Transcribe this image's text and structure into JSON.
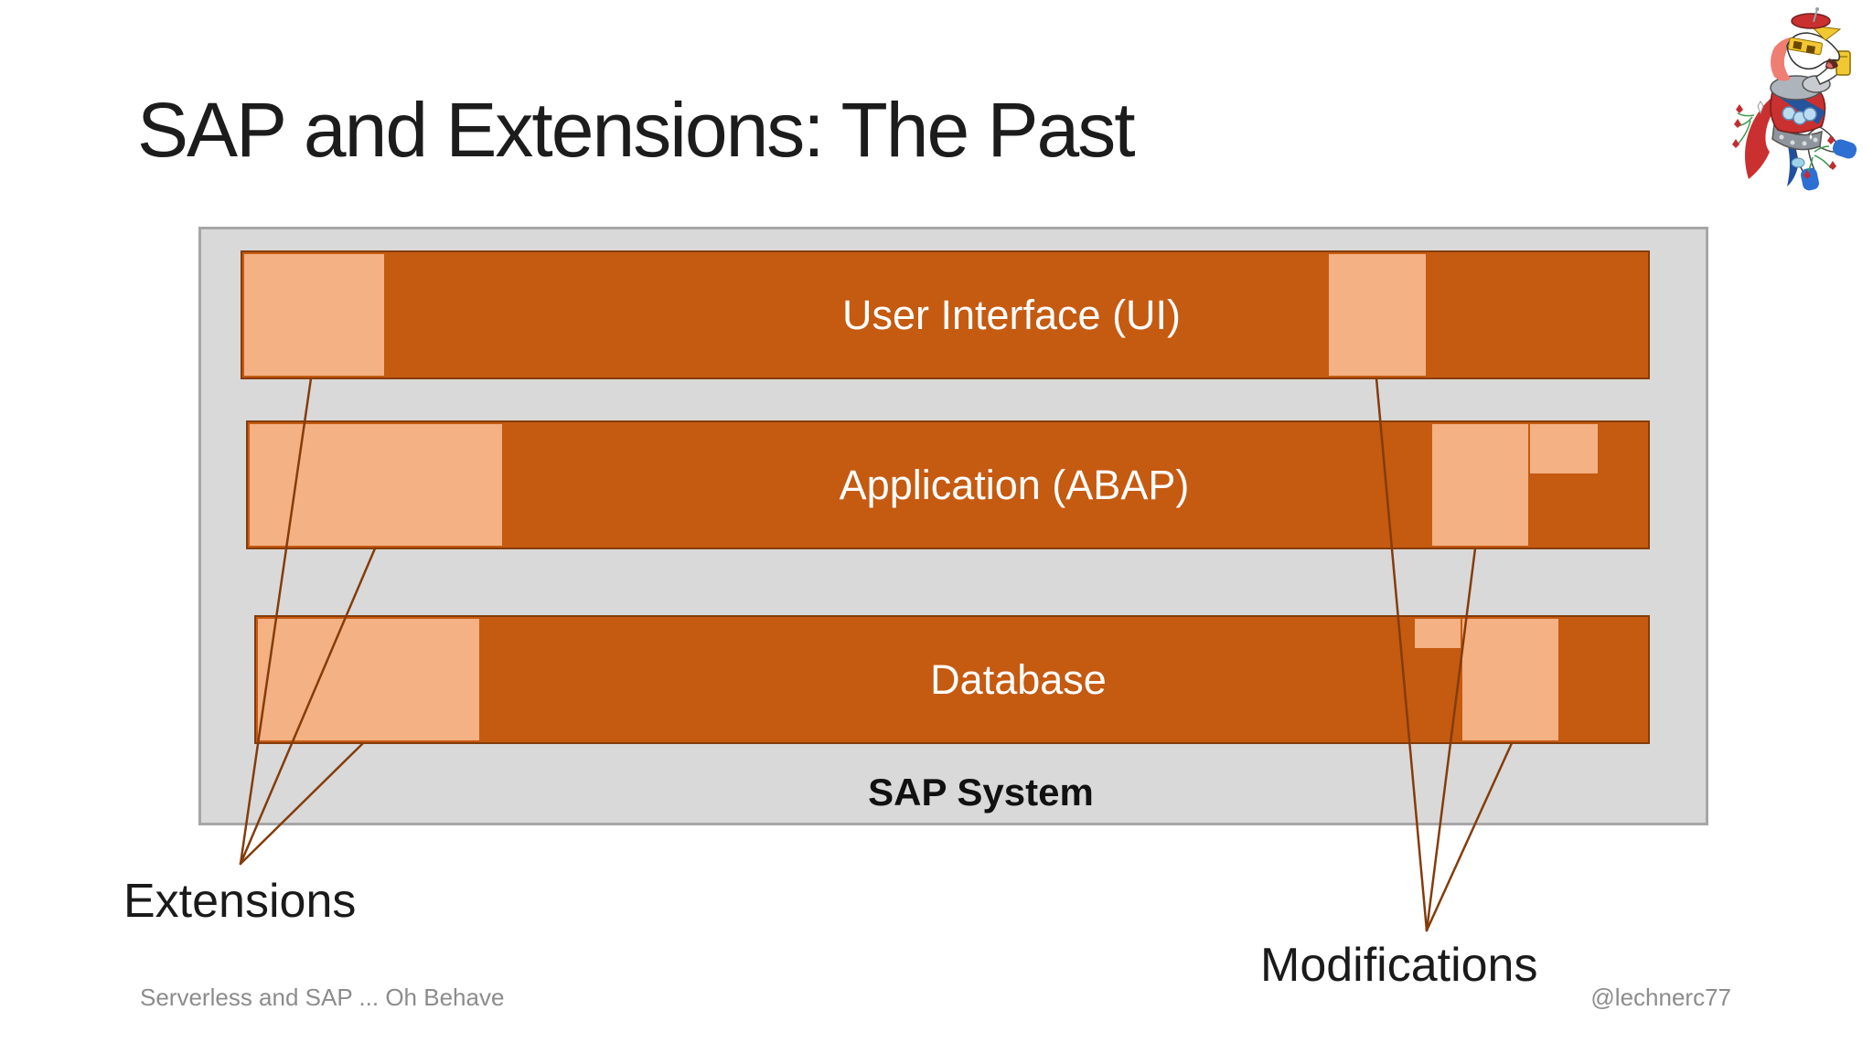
{
  "slide": {
    "title": "SAP and Extensions: The Past",
    "footer_left": "Serverless and SAP ... Oh Behave",
    "footer_right": "@lechnerc77",
    "icons": {
      "mascot": "unicorn-knight-mascot"
    }
  },
  "diagram": {
    "container_label": "SAP System",
    "layers": [
      {
        "label": "User Interface (UI)"
      },
      {
        "label": "Application (ABAP)"
      },
      {
        "label": "Database"
      }
    ],
    "annotations": {
      "extensions_label": "Extensions",
      "modifications_label": "Modifications"
    },
    "colors": {
      "layer_fill": "#C55A11",
      "layer_border": "#843C0B",
      "segment_fill": "#F4B183",
      "segment_border": "#C55A11",
      "container_fill": "#D9D9D9",
      "container_border": "#A6A6A6",
      "leader_line": "#843C0B"
    }
  }
}
